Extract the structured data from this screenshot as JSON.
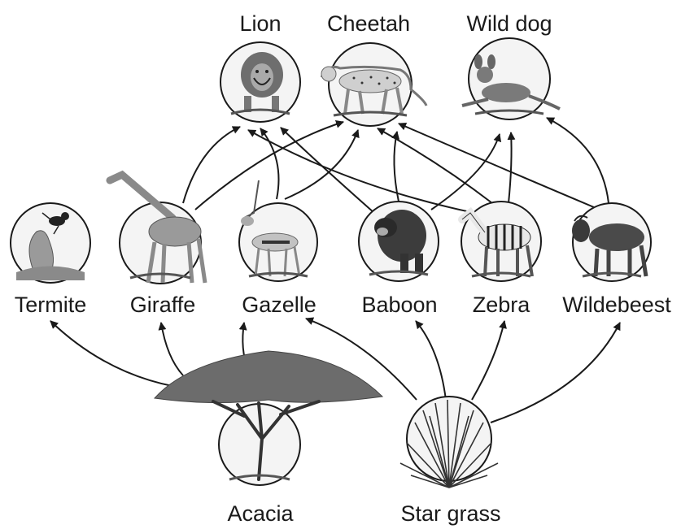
{
  "diagram": {
    "organisms": {
      "lion": "Lion",
      "cheetah": "Cheetah",
      "wild_dog": "Wild dog",
      "termite": "Termite",
      "giraffe": "Giraffe",
      "gazelle": "Gazelle",
      "baboon": "Baboon",
      "zebra": "Zebra",
      "wildebeest": "Wildebeest",
      "acacia": "Acacia",
      "star_grass": "Star grass"
    },
    "feeding_links": [
      [
        "acacia",
        "termite"
      ],
      [
        "acacia",
        "giraffe"
      ],
      [
        "acacia",
        "gazelle"
      ],
      [
        "star_grass",
        "gazelle"
      ],
      [
        "star_grass",
        "baboon"
      ],
      [
        "star_grass",
        "zebra"
      ],
      [
        "star_grass",
        "wildebeest"
      ],
      [
        "giraffe",
        "lion"
      ],
      [
        "giraffe",
        "cheetah"
      ],
      [
        "gazelle",
        "lion"
      ],
      [
        "gazelle",
        "cheetah"
      ],
      [
        "baboon",
        "lion"
      ],
      [
        "baboon",
        "cheetah"
      ],
      [
        "baboon",
        "wild_dog"
      ],
      [
        "zebra",
        "lion"
      ],
      [
        "zebra",
        "cheetah"
      ],
      [
        "zebra",
        "wild_dog"
      ],
      [
        "wildebeest",
        "cheetah"
      ],
      [
        "wildebeest",
        "wild_dog"
      ]
    ],
    "colors": {
      "ink": "#1a1a1a",
      "circle_fill": "#f4f4f4",
      "animal": "#6a6a6a",
      "tree": "#555555"
    }
  }
}
